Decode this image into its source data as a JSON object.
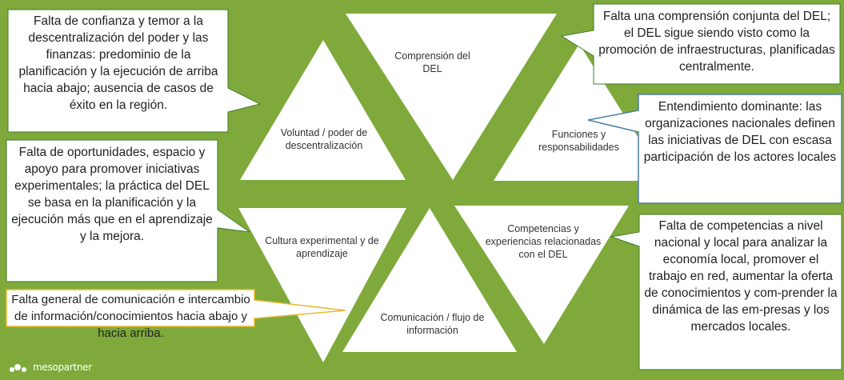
{
  "triangles": {
    "comprension": "Comprensión del DEL",
    "voluntad": "Voluntad / poder de descentralización",
    "funciones": "Funciones y responsabilidades",
    "cultura": "Cultura experimental y de aprendizaje",
    "competencias": "Competencias y experiencias relacionadas con el DEL",
    "comunicacion": "Comunicación / flujo de información"
  },
  "callouts": {
    "voluntad": "Falta de confianza y temor a la descentralización del poder y las finanzas: predominio de la planificación y la ejecución de arriba hacia abajo; ausencia de casos de éxito en la región.",
    "comprension": "Falta una comprensión conjunta del DEL; el DEL sigue siendo visto como la promoción de infraestructuras, planificadas centralmente.",
    "funciones": "Entendimiento dominante: las organizaciones nacionales definen las iniciativas de DEL con escasa participación de los actores locales",
    "cultura": "Falta de oportunidades, espacio y apoyo para promover iniciativas experimentales; la práctica del DEL se basa en la planificación y la ejecución más que en el aprendizaje y la mejora.",
    "competencias": "Falta de competencias a nivel nacional y local para analizar la economía local, promover el trabajo en red, aumentar la oferta de conocimientos y com-prender la dinámica de las em-presas y los mercados locales.",
    "comunicacion": "Falta general de comunicación e intercambio de información/conocimientos hacia abajo y hacia arriba."
  },
  "brand": {
    "name": "mesopartner"
  },
  "colors": {
    "background": "#7faa3b",
    "border_green": "#3d7a2a",
    "border_blue": "#4a7fa8",
    "border_gold": "#e8b832"
  }
}
